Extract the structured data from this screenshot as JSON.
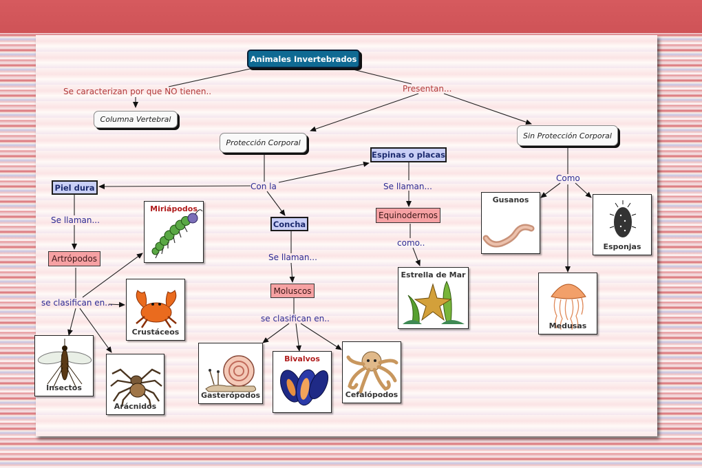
{
  "nodes": {
    "root": "Animales Invertebrados",
    "columna": "Columna Vertebral",
    "proteccion": "Protección Corporal",
    "sin_proteccion": "Sin Protección Corporal",
    "piel": "Piel dura",
    "concha": "Concha",
    "espinas": "Espinas o placas",
    "artropodos": "Artrópodos",
    "moluscos": "Moluscos",
    "equinodermos": "Equinodermos"
  },
  "links": {
    "caracterizan": "Se caracterizan por que NO tienen..",
    "presentan": "Presentan...",
    "con_la": "Con la",
    "se_llaman_1": "Se llaman...",
    "se_llaman_2": "Se llaman...",
    "se_llaman_3": "Se llaman...",
    "se_clasifican_1": "se clasifican en...",
    "se_clasifican_2": "se clasifican en..",
    "como_1": "como..",
    "como_2": "Como"
  },
  "images": {
    "miriapodos": "Miriápodos",
    "crustaceos": "Crustáceos",
    "insectos": "Insectos",
    "aracnidos": "Arácnidos",
    "gasteropodos": "Gasterópodos",
    "bivalvos": "Bivalvos",
    "cefalopodos": "Cefalópodos",
    "estrella": "Estrella de Mar",
    "gusanos": "Gusanos",
    "esponjas": "Esponjas",
    "medusas": "Medusas"
  },
  "colors": {
    "root_fill": "#0f6a93",
    "blue_fill": "#c9cff6",
    "pink_fill": "#f6a1a3",
    "link_red": "#b13a3a",
    "link_navy": "#2c2a93"
  }
}
